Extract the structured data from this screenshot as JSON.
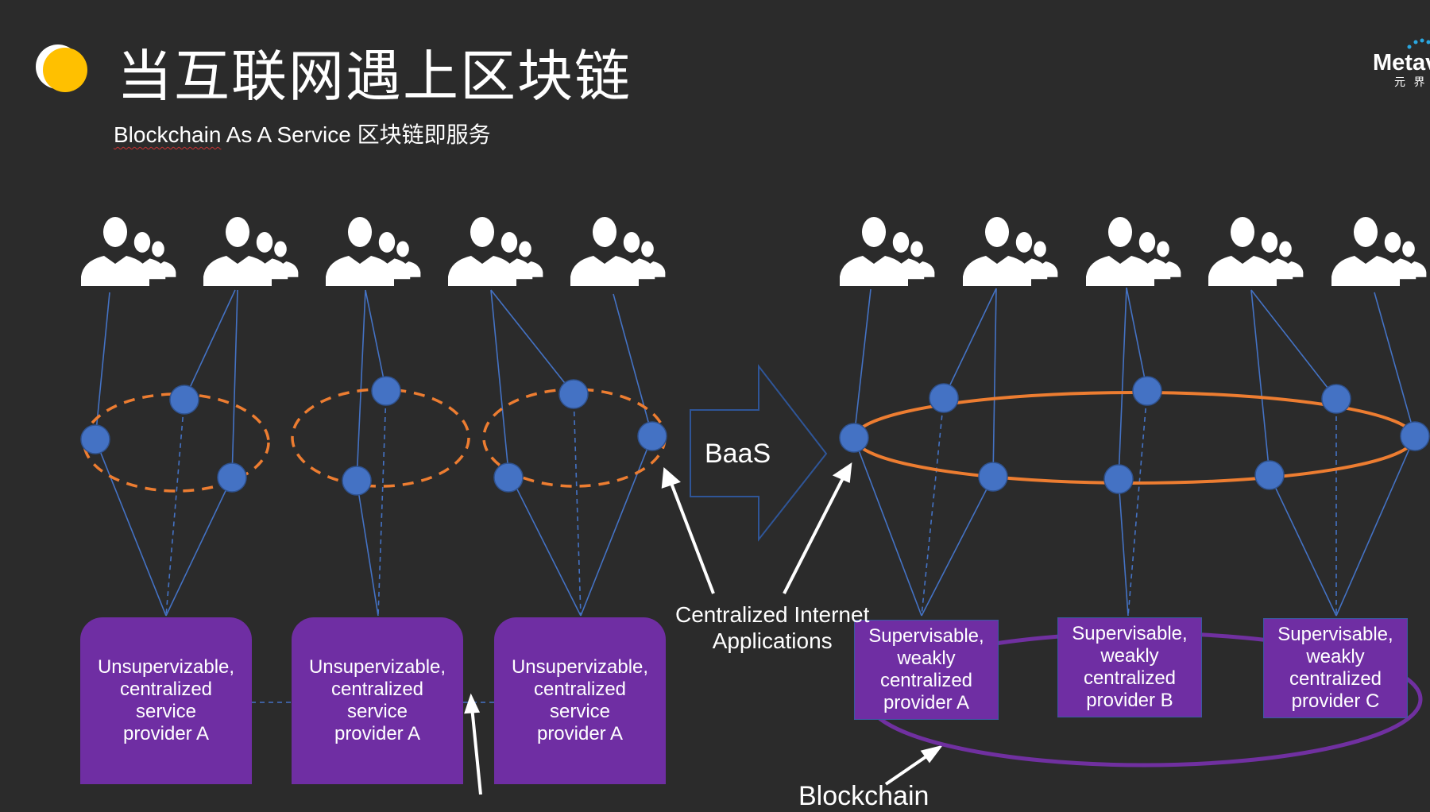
{
  "header": {
    "title": "当互联网遇上区块链",
    "subtitle_part1": "Blockchain",
    "subtitle_part2": " As A Service 区块链即服务"
  },
  "logo": {
    "name": "Metav",
    "chinese": "元 界"
  },
  "diagram": {
    "arrow_label": "BaaS",
    "centralized_label": "Centralized Internet\nApplications",
    "blockchain_label": "Blockchain",
    "left_providers": [
      {
        "label": "Unsupervizable,\ncentralized\nservice\nprovider A"
      },
      {
        "label": "Unsupervizable,\ncentralized\nservice\nprovider A"
      },
      {
        "label": "Unsupervizable,\ncentralized\nservice\nprovider A"
      }
    ],
    "right_providers": [
      {
        "label": "Supervisable,\nweakly\ncentralized\nprovider A"
      },
      {
        "label": "Supervisable,\nweakly\ncentralized\nprovider B"
      },
      {
        "label": "Supervisable,\nweakly\ncentralized\nprovider C"
      }
    ]
  },
  "colors": {
    "background": "#2b2b2b",
    "node": "#4472c4",
    "orange": "#ed7d31",
    "purple": "#7030a0",
    "accent_yellow": "#ffc000"
  }
}
